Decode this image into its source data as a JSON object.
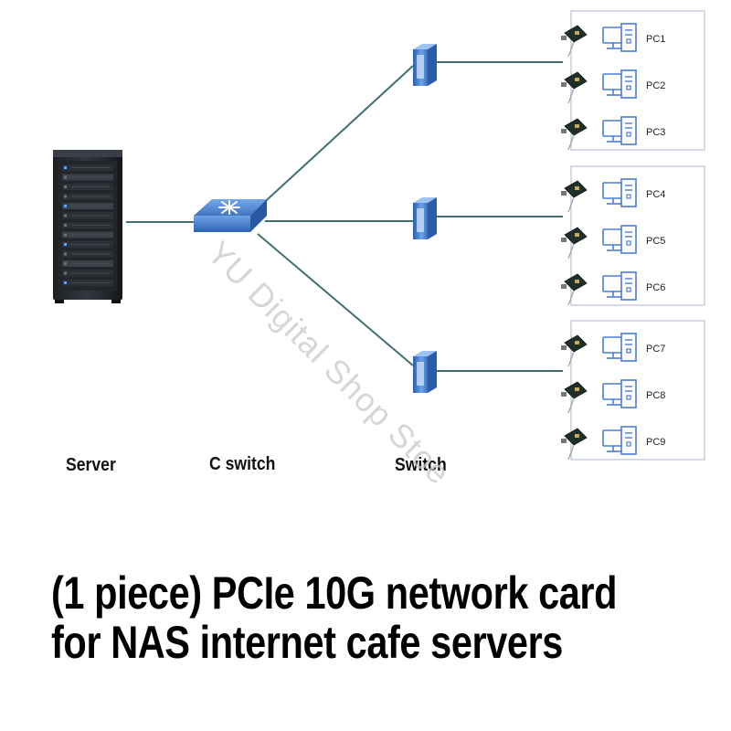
{
  "labels": {
    "server": "Server",
    "core_switch": "C switch",
    "switch": "Switch"
  },
  "pc_groups": [
    {
      "pcs": [
        "PC1",
        "PC2",
        "PC3"
      ]
    },
    {
      "pcs": [
        "PC4",
        "PC5",
        "PC6"
      ]
    },
    {
      "pcs": [
        "PC7",
        "PC8",
        "PC9"
      ]
    }
  ],
  "watermark": "YU Digital Shop Stoe",
  "caption": {
    "line1": "(1 piece) PCIe 10G network card",
    "line2": "for NAS internet cafe servers"
  },
  "colors": {
    "link_line": "#3f6f73",
    "switch_blue": "#3b78c7",
    "pc_blue": "#4a7bd6",
    "group_border": "#b8c2d6"
  }
}
